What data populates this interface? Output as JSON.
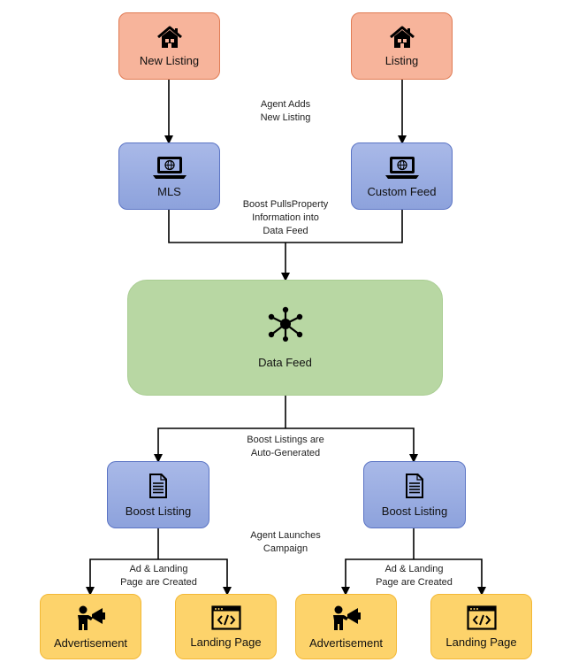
{
  "colors": {
    "source": "#f7b49b",
    "feed_source": "#8da2dc",
    "data_feed": "#b8d7a3",
    "output": "#fdd36b"
  },
  "nodes": {
    "new_listing": {
      "label": "New Listing",
      "icon": "house-icon"
    },
    "listing": {
      "label": "Listing",
      "icon": "house-icon"
    },
    "mls": {
      "label": "MLS",
      "icon": "laptop-globe-icon"
    },
    "custom_feed": {
      "label": "Custom Feed",
      "icon": "laptop-globe-icon"
    },
    "data_feed": {
      "label": "Data Feed",
      "icon": "network-hub-icon"
    },
    "boost_listing_left": {
      "label": "Boost Listing",
      "icon": "document-icon"
    },
    "boost_listing_right": {
      "label": "Boost Listing",
      "icon": "document-icon"
    },
    "advertisement_left": {
      "label": "Advertisement",
      "icon": "megaphone-person-icon"
    },
    "landing_page_left": {
      "label": "Landing Page",
      "icon": "code-window-icon"
    },
    "advertisement_right": {
      "label": "Advertisement",
      "icon": "megaphone-person-icon"
    },
    "landing_page_right": {
      "label": "Landing Page",
      "icon": "code-window-icon"
    }
  },
  "notes": {
    "agent_adds": [
      "Agent Adds",
      "New Listing"
    ],
    "boost_pulls": [
      "Boost PullsProperty",
      "Information into",
      "Data Feed"
    ],
    "auto_generated": [
      "Boost Listings are",
      "Auto-Generated"
    ],
    "agent_launches": [
      "Agent Launches",
      "Campaign"
    ],
    "ad_created_left": [
      "Ad & Landing",
      "Page are Created"
    ],
    "ad_created_right": [
      "Ad & Landing",
      "Page are Created"
    ]
  }
}
